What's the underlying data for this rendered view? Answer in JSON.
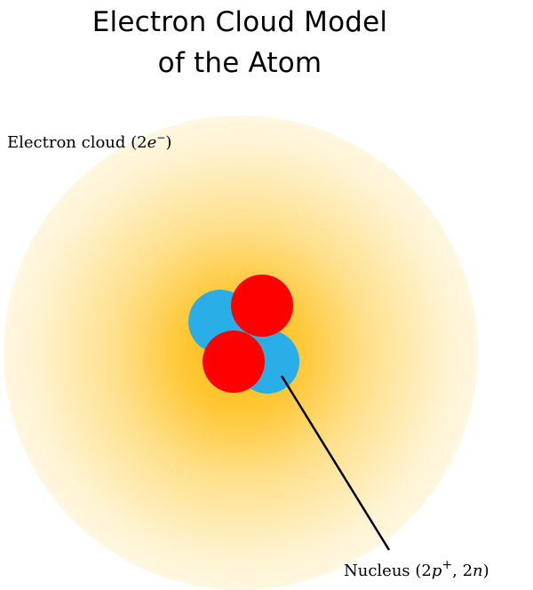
{
  "title": {
    "line1": "Electron Cloud Model",
    "line2": "of the Atom"
  },
  "labels": {
    "cloud": {
      "text": "Electron cloud (2",
      "var": "e",
      "sup": "−",
      "close": ")"
    },
    "nucleus": {
      "text": "Nucleus (2",
      "p_var": "p",
      "p_sup": "+",
      "mid": ", 2",
      "n_var": "n",
      "close": ")"
    }
  },
  "particles": {
    "protons": 2,
    "neutrons": 2
  },
  "colors": {
    "proton": "#ff0000",
    "neutron": "#2aaee8",
    "cloud": "#ffb900",
    "leader_line": "#000000"
  }
}
